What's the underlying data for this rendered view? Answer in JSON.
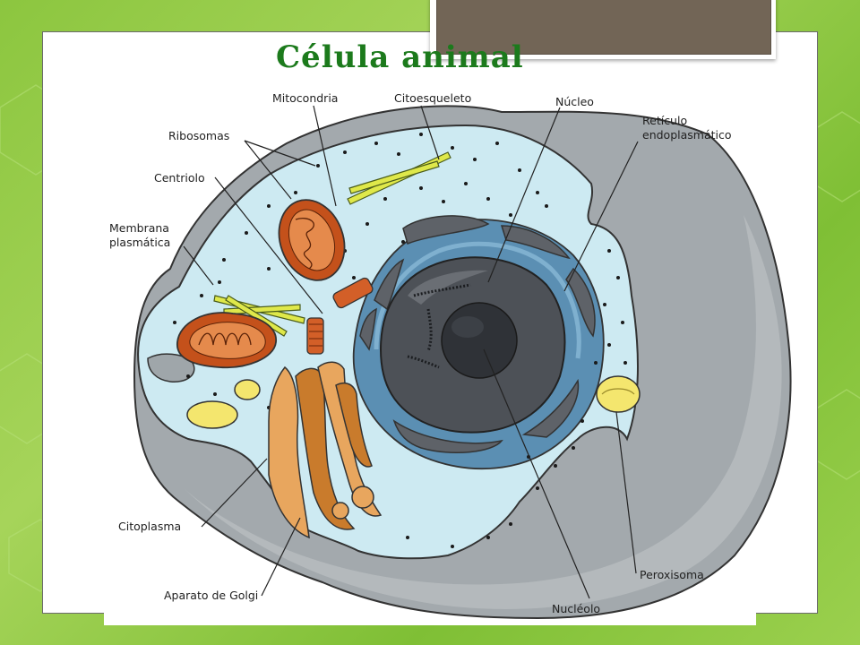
{
  "title": "Célula animal",
  "labels": {
    "mitocondria": "Mitocondria",
    "citoesqueleto": "Citoesqueleto",
    "nucleo": "Núcleo",
    "reticulo_1": "Retículo",
    "reticulo_2": "endoplasmático",
    "ribosomas": "Ribosomas",
    "centriolo": "Centriolo",
    "membrana_1": "Membrana",
    "membrana_2": "plasmática",
    "citoplasma": "Citoplasma",
    "golgi": "Aparato de Golgi",
    "peroxisoma": "Peroxisoma",
    "nucleolo": "Nucléolo"
  },
  "colors": {
    "title": "#1c7a1c",
    "background": "#8cc63f",
    "cytoplasm": "#cdeaf2",
    "membrane_gray": "#9aa1a5",
    "nucleus_dark": "#4a4d52",
    "er_blue": "#5b8fb3",
    "mitochondria": "#c4511b",
    "golgi": "#e8a65e",
    "peroxisome": "#f4e66e"
  }
}
